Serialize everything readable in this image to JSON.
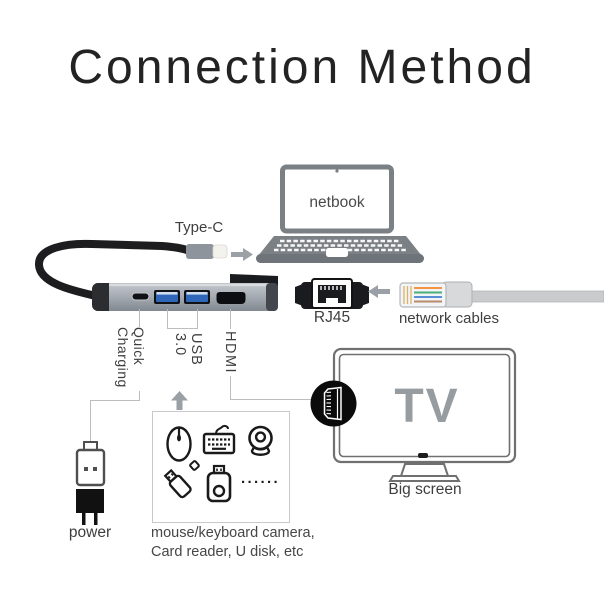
{
  "title": "Connection Method",
  "devices": {
    "laptop_label": "netbook",
    "typec_label": "Type-C",
    "rj45_label": "RJ45",
    "network_label": "network cables",
    "tv_screen_text": "TV",
    "tv_label": "Big screen",
    "power_label": "power"
  },
  "hub_labels": {
    "quick_line1": "Quick",
    "quick_line2": "Charging",
    "usb": "USB 3.0",
    "hdmi": "HDMI"
  },
  "peripherals": {
    "caption_line1": "mouse/keyboard camera,",
    "caption_line2": "Card reader, U disk, etc",
    "ellipsis": "······",
    "icons": [
      "mouse-icon",
      "keyboard-icon",
      "webcam-icon",
      "usb-flash-drive-icon",
      "card-reader-icon",
      "more-ellipsis-icon"
    ]
  },
  "icons": {
    "arrow_right": "arrow-right-icon",
    "arrow_left": "arrow-left-icon",
    "arrow_up": "arrow-up-icon",
    "hdmi_plug": "hdmi-plug-icon",
    "usb_plug": "usb-plug-icon",
    "power_plug": "power-plug-icon",
    "rj45_port": "rj45-port-icon",
    "network_plug": "ethernet-cable-icon"
  },
  "colors": {
    "title_text": "#232323",
    "label_text": "#3e3e3e",
    "line": "#bdbdbd",
    "device_gray": "#7b8085",
    "tv_text": "#979ca1",
    "arrow": "#9aa0a6",
    "hub_body": "#a7adb4",
    "usb_port_blue": "#2f66b8",
    "cable_black": "#1d1d1f",
    "network_cable": "#c9cbcd"
  }
}
